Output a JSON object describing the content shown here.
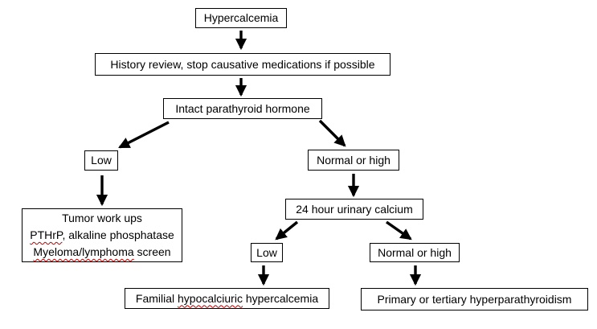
{
  "flowchart": {
    "nodes": {
      "hypercalcemia": {
        "label": "Hypercalcemia"
      },
      "history_review": {
        "label": "History review, stop causative medications if possible"
      },
      "intact_pth": {
        "label": "Intact parathyroid hormone"
      },
      "pth_low": {
        "label": "Low"
      },
      "pth_normal_or_high": {
        "label": "Normal or high"
      },
      "tumor_workup": {
        "line1": "Tumor work ups",
        "line2_term": "PTHrP",
        "line2_rest": ", alkaline phosphatase",
        "line3_term": "Myeloma/lymphoma",
        "line3_rest": " screen"
      },
      "urinary_calcium": {
        "label": "24 hour urinary calcium"
      },
      "urinary_low": {
        "label": "Low"
      },
      "urinary_normal_or_high": {
        "label": "Normal or high"
      },
      "familial_hypocalciuric": {
        "pre": "Familial ",
        "term": "hypocalciuric",
        "post": " hypercalcemia"
      },
      "primary_tertiary": {
        "label": "Primary or tertiary hyperparathyroidism"
      }
    },
    "colors": {
      "background": "#ffffff",
      "box_fill": "#ffffff",
      "box_border": "#000000",
      "text": "#000000",
      "arrow": "#000000",
      "spellcheck_underline": "#c00000"
    }
  }
}
